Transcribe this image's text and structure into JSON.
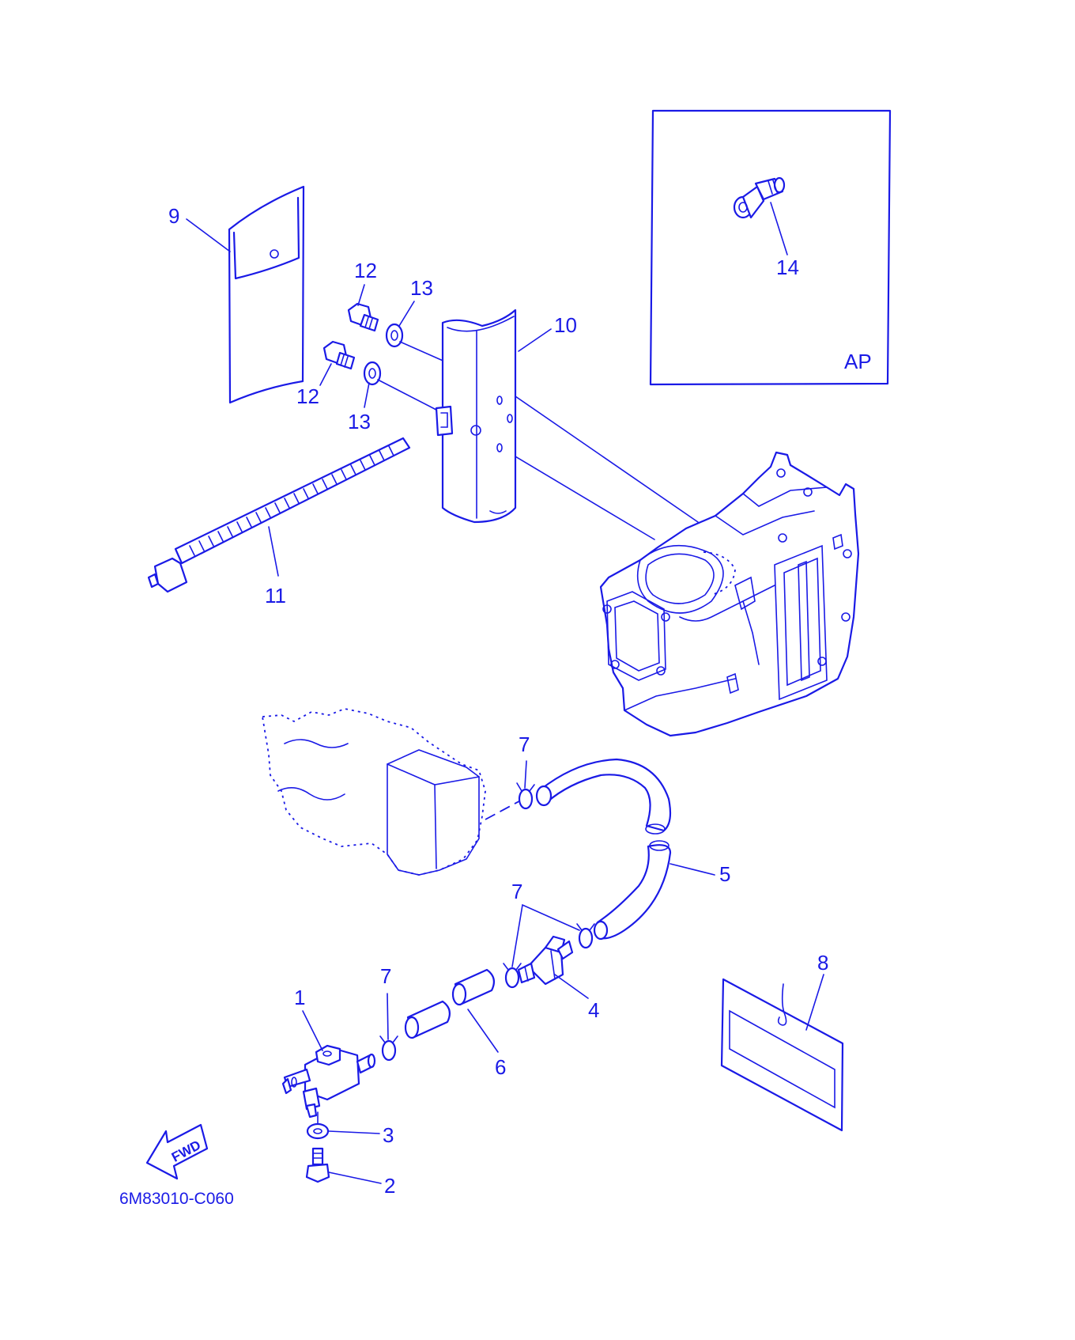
{
  "colors": {
    "ink": "#1a1ae6",
    "background": "#ffffff"
  },
  "inset": {
    "label": "AP"
  },
  "labels": {
    "p1": "1",
    "p2": "2",
    "p3": "3",
    "p4": "4",
    "p5": "5",
    "p6": "6",
    "p7a": "7",
    "p7b": "7",
    "p7c": "7",
    "p8": "8",
    "p9": "9",
    "p10": "10",
    "p11": "11",
    "p12a": "12",
    "p12b": "12",
    "p13a": "13",
    "p13b": "13",
    "p14": "14"
  },
  "direction_arrow": {
    "text": "FWD"
  },
  "drawing_code": "6M83010-C060"
}
